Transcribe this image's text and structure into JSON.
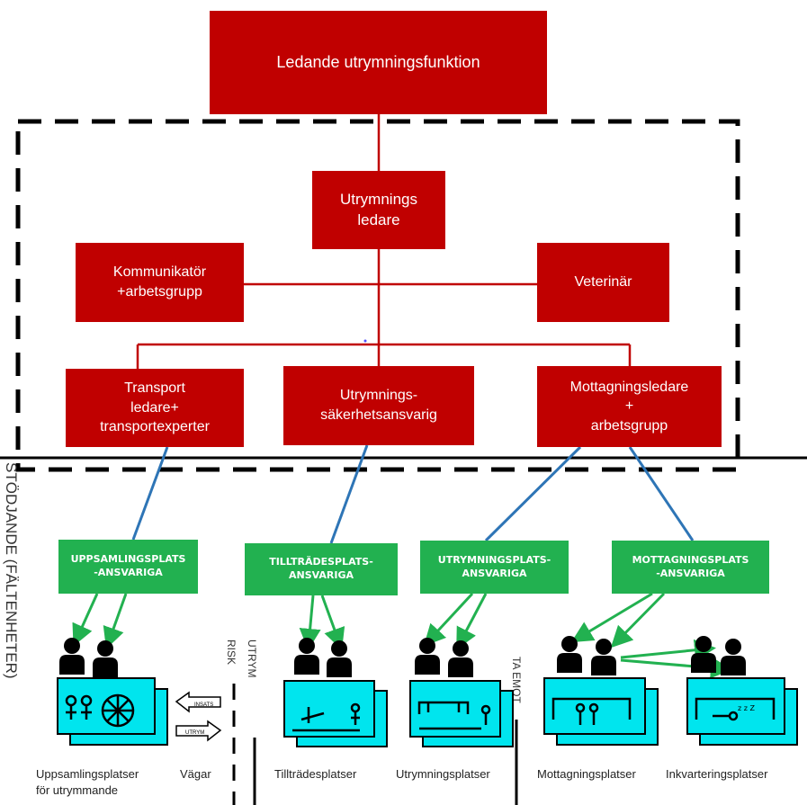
{
  "colors": {
    "red": "#c00000",
    "green": "#22b150",
    "cyan": "#00e5ee",
    "blue_line": "#2e75b6",
    "arrow_green": "#22b150"
  },
  "top_box": "Ledande utrymningsfunktion",
  "leader_box": "Utrymnings\nledare",
  "communicator_box": "Kommunikatör\n+arbetsgrupp",
  "vet_box": "Veterinär",
  "transport_box": "Transport\nledare+\ntransportexperter",
  "safety_box": "Utrymnings-\nsäkerhetsansvarig",
  "reception_box": "Mottagningsledare\n+\narbetsgrupp",
  "side_label": "STÖDJANDE (FÄLTENHETER)",
  "green_boxes": {
    "assembly": "UPPSAMLINGSPLATS\n-ANSVARIGA",
    "access": "TILLTRÄDESPLATS-\nANSVARIGA",
    "evacuation": "UTRYMNINGSPLATS-\nANSVARIGA",
    "reception": "MOTTAGNINGSPLATS\n-ANSVARIGA"
  },
  "vertical_labels": {
    "risk": "RISK",
    "utrym": "UTRYM",
    "ta_emot": "TA EMOT"
  },
  "arrow_labels": {
    "insats": "INSATS",
    "utrym": "UTRYM"
  },
  "captions": {
    "assembly": "Uppsamlingsplatser\nför utrymmande",
    "roads": "Vägar",
    "access": "Tillträdesplatser",
    "evacuation": "Utrymningsplatser",
    "reception": "Mottagningsplatser",
    "lodging": "Inkvarteringsplatser"
  },
  "icons": [
    "people-icon",
    "hazard-wheel-icon",
    "barrier-icon",
    "bus-icon",
    "shelter-icon",
    "sleep-icon"
  ]
}
